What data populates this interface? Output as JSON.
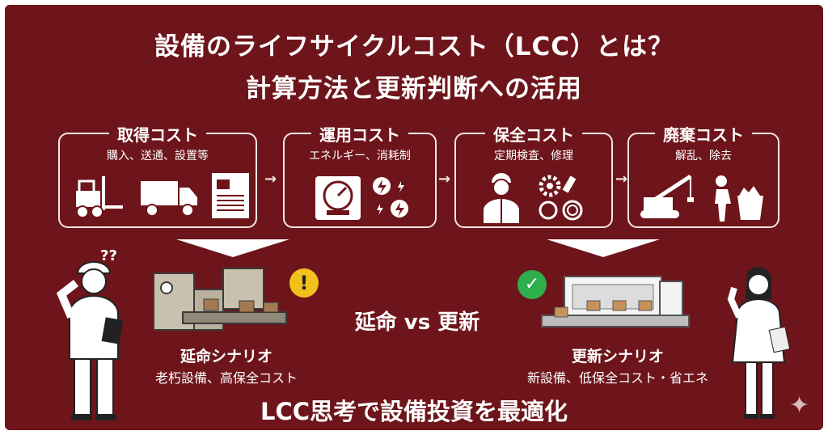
{
  "title": {
    "line1": "設備のライフサイクルコスト（LCC）とは？",
    "line2": "計算方法と更新判断への活用"
  },
  "stages": [
    {
      "label": "取得コスト",
      "sub": "購入、送通、設置等",
      "icons": [
        "forklift-icon",
        "truck-icon",
        "equipment-cabinet-icon"
      ]
    },
    {
      "label": "運用コスト",
      "sub": "エネルギー、消耗制",
      "icons": [
        "meter-gauge-icon",
        "electricity-icon"
      ]
    },
    {
      "label": "保全コスト",
      "sub": "定期検査、修理",
      "icons": [
        "mechanic-worker-icon",
        "gear-parts-icon"
      ]
    },
    {
      "label": "廃棄コスト",
      "sub": "解乱、除去",
      "icons": [
        "crane-vehicle-icon",
        "disposal-worker-icon"
      ]
    }
  ],
  "flow_arrow": "→",
  "center": {
    "vs_label": "延命 vs 更新"
  },
  "scenarios": {
    "extend": {
      "title": "延命シナリオ",
      "sub": "老朽設備、高保全コスト",
      "question_marks": "??",
      "badge": "!"
    },
    "renew": {
      "title": "更新シナリオ",
      "sub": "新設備、低保全コスト・省エネ",
      "badge": "✓"
    }
  },
  "footer": {
    "text": "LCC思考で設備投資を最適化"
  },
  "colors": {
    "background": "#6e151b",
    "text": "#ffffff",
    "warning": "#f2c11c",
    "ok": "#2fae4c",
    "line": "#f3e6e6"
  },
  "watermark_icon": "sparkle-icon"
}
